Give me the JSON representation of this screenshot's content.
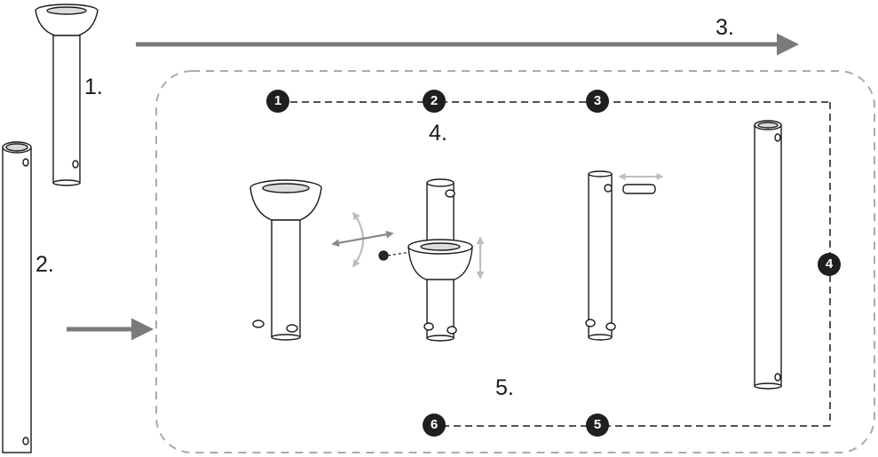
{
  "labels": {
    "part_1": "1.",
    "part_2": "2.",
    "step_3": "3.",
    "step_4": "4.",
    "step_5": "5."
  },
  "badges": [
    "1",
    "2",
    "3",
    "4",
    "5",
    "6"
  ],
  "colors": {
    "line": "#1a1a1a",
    "arrow": "#7a7a7a",
    "dashed_border": "#aaaaaa",
    "badge": "#1f1f1f"
  }
}
